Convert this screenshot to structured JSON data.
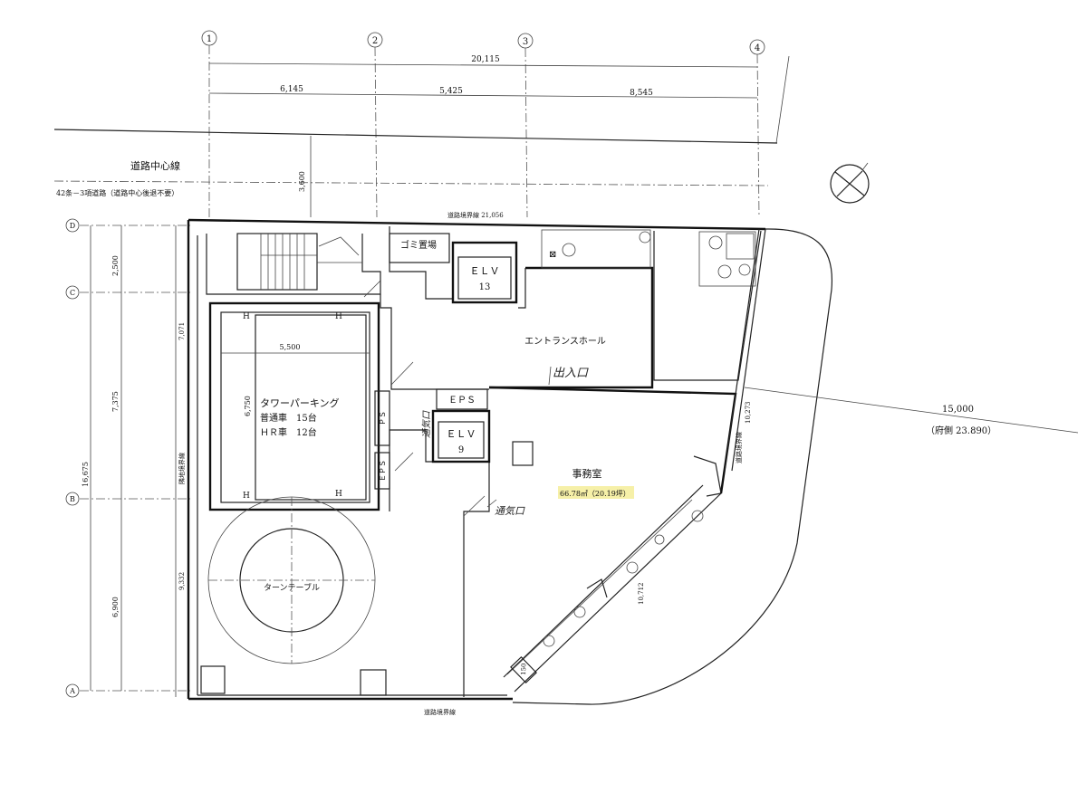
{
  "grid_x": [
    "1",
    "2",
    "3",
    "4"
  ],
  "grid_y": [
    "D",
    "C",
    "B",
    "A"
  ],
  "dims_top": {
    "overall": "20,115",
    "span1": "6,145",
    "span2": "5,425",
    "span3": "8,545"
  },
  "dims_left": {
    "d_c": "2,500",
    "c_b": "7,375",
    "b_a": "6,900",
    "total": "16,675"
  },
  "dims_inner": {
    "road_offset": "3,600",
    "east_wall": "7,071",
    "west_lower": "9,332",
    "parking_width": "5,500",
    "parking_depth": "6,750",
    "east_slope_1": "10,273",
    "east_slope_2": "10,712",
    "small_150": "150"
  },
  "road": {
    "centerline": "道路中心線",
    "type": "42条－3項道路（道路中心後退不要）",
    "boundary_top": "道路境界線 21,056",
    "boundary_bottom": "道路境界線",
    "boundary_left": "隣地境界線",
    "boundary_right": "道路境界線"
  },
  "east_road": {
    "width": "15,000",
    "note": "（府側 23.890）"
  },
  "rooms": {
    "garbage": "ゴミ置場",
    "elv_top": "ＥＬＶ",
    "elv_top_no": "13",
    "entrance": "エントランスホール",
    "eps_top": "ＥＰＳ",
    "ps": "ＰＳ",
    "eps_side": "ＥＰＳ",
    "elv_mid": "ＥＬＶ",
    "elv_mid_no": "9",
    "parking_title": "タワーパーキング",
    "parking_normal": "普通車　15台",
    "parking_hr": "ＨＲ車　12台",
    "turntable": "ターンテーブル",
    "office": "事務室",
    "office_area": "66.78㎡（20.19坪）"
  },
  "handwritten": {
    "exit": "出入口",
    "window": "通気口",
    "side": "通気口"
  },
  "colors": {
    "highlight": "#f6f0a8",
    "line": "#222222"
  }
}
